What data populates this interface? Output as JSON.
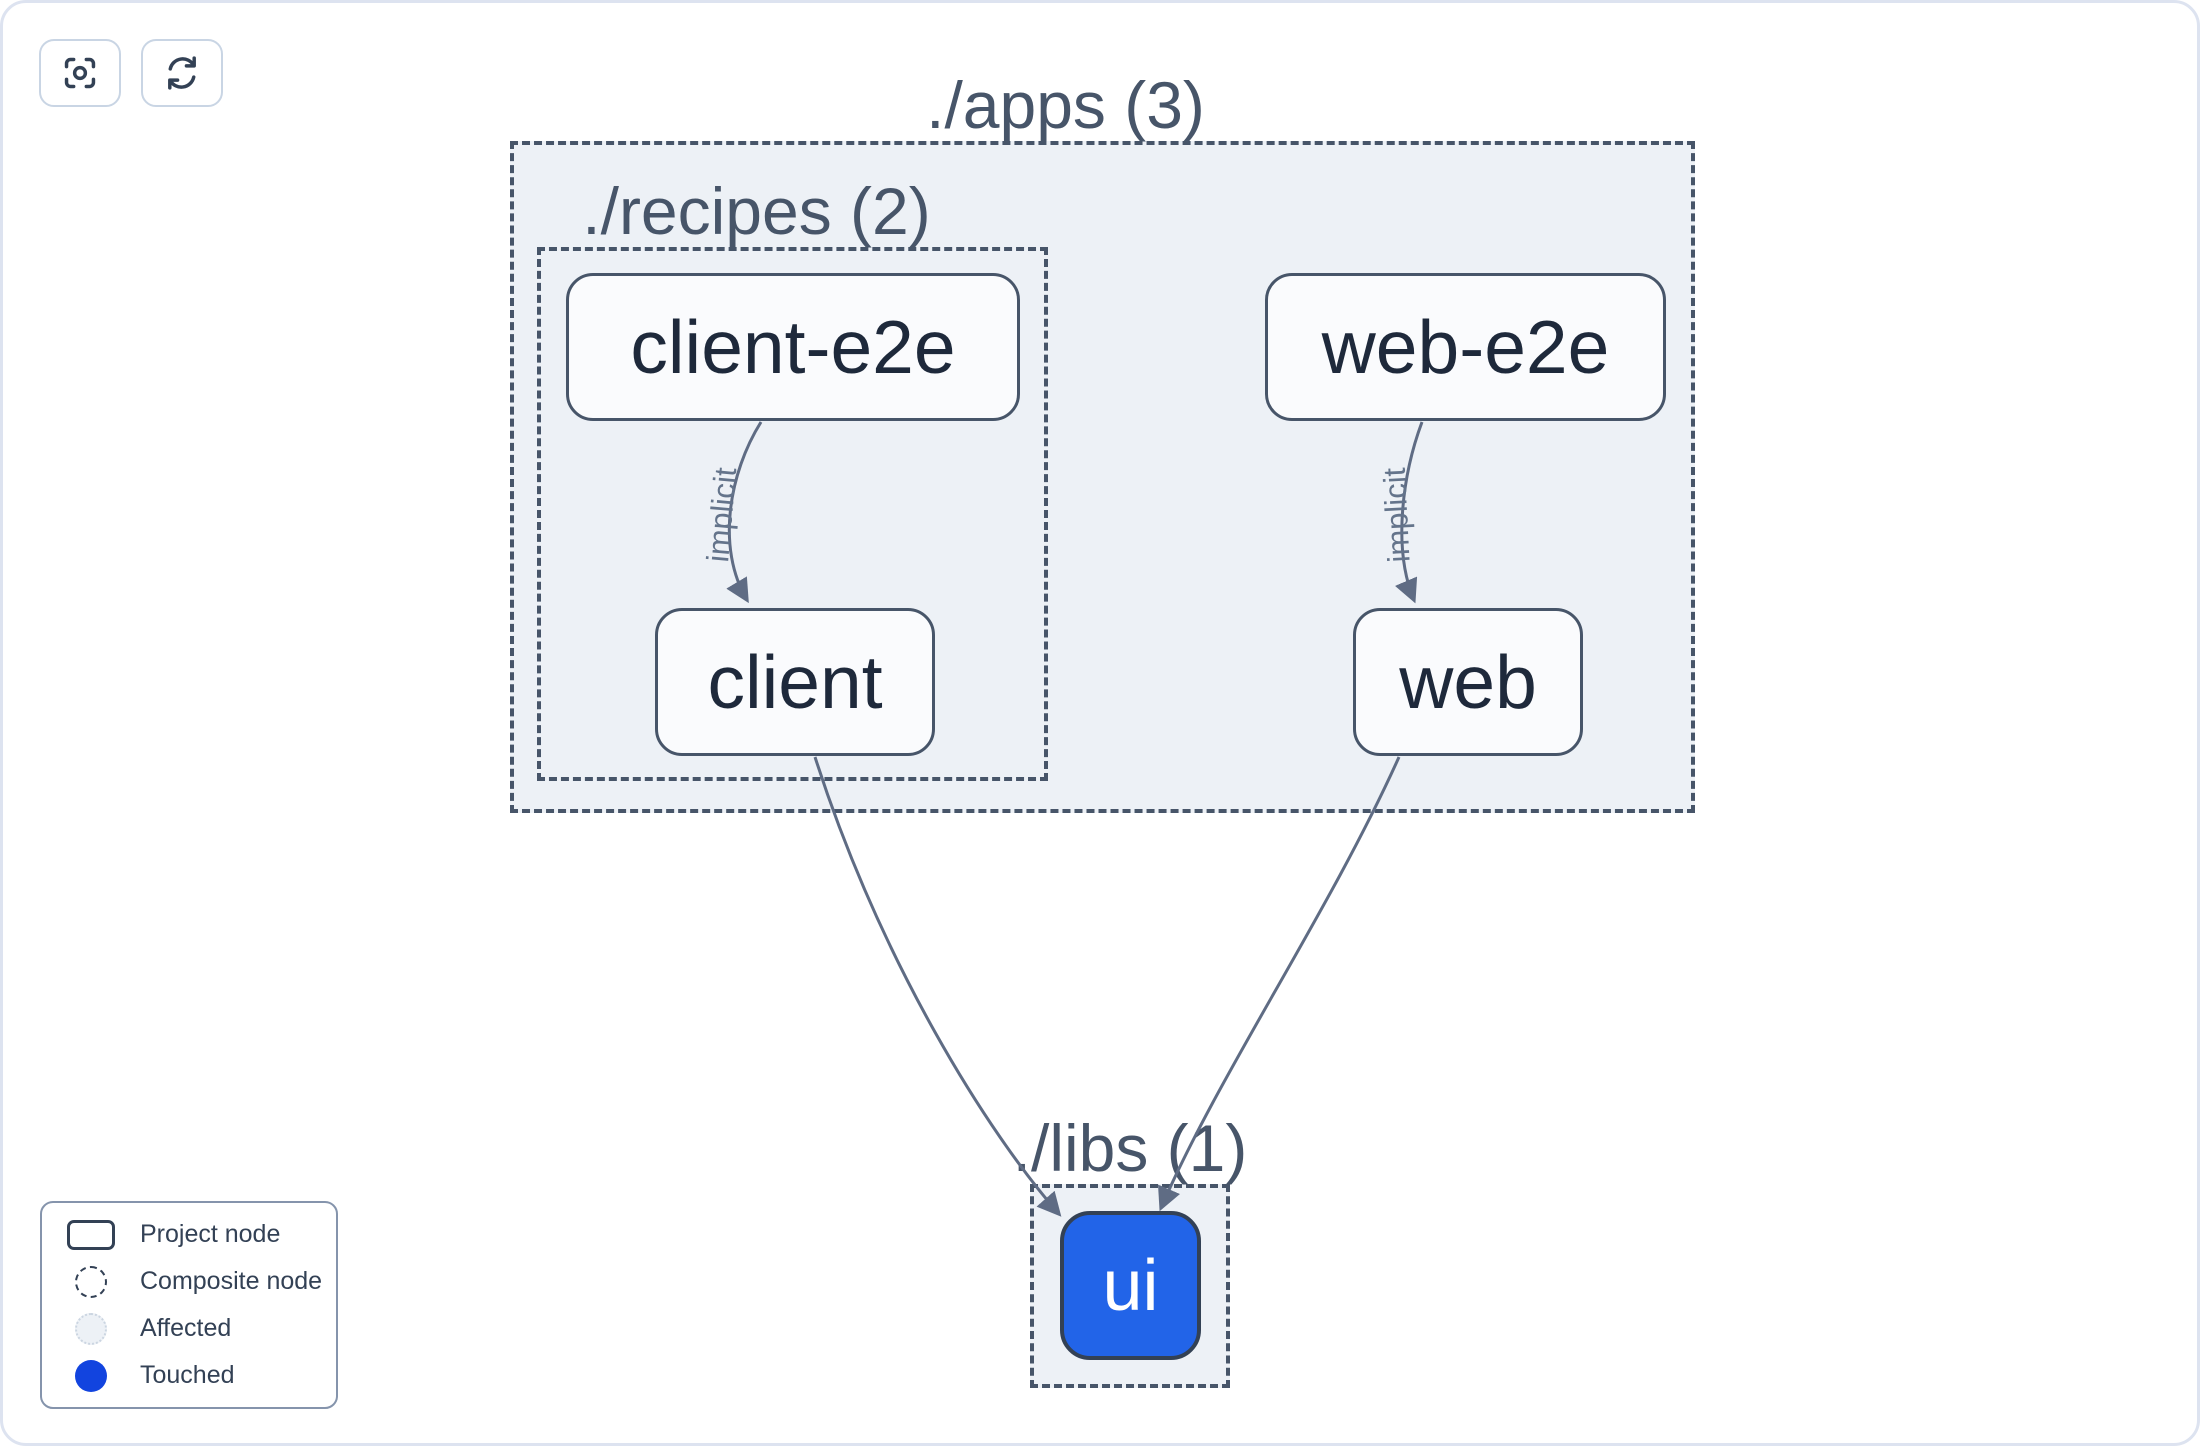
{
  "graph": {
    "groups": [
      {
        "id": "apps",
        "label": "./apps (3)"
      },
      {
        "id": "recipes",
        "label": "./recipes (2)"
      },
      {
        "id": "libs",
        "label": "./libs (1)"
      }
    ],
    "nodes": [
      {
        "id": "client-e2e",
        "label": "client-e2e",
        "group": "recipes",
        "state": "default"
      },
      {
        "id": "client",
        "label": "client",
        "group": "recipes",
        "state": "default"
      },
      {
        "id": "web-e2e",
        "label": "web-e2e",
        "group": "apps",
        "state": "default"
      },
      {
        "id": "web",
        "label": "web",
        "group": "apps",
        "state": "default"
      },
      {
        "id": "ui",
        "label": "ui",
        "group": "libs",
        "state": "touched"
      }
    ],
    "edges": [
      {
        "from": "client-e2e",
        "to": "client",
        "label": "implicit"
      },
      {
        "from": "web-e2e",
        "to": "web",
        "label": "implicit"
      },
      {
        "from": "client",
        "to": "ui",
        "label": ""
      },
      {
        "from": "web",
        "to": "ui",
        "label": ""
      }
    ]
  },
  "toolbar": {
    "buttons": [
      {
        "icon": "focus-crosshair-icon",
        "action": "center-graph"
      },
      {
        "icon": "refresh-icon",
        "action": "refresh-graph"
      }
    ]
  },
  "legend": {
    "items": [
      {
        "swatch": "project-node",
        "label": "Project node"
      },
      {
        "swatch": "composite-node",
        "label": "Composite node"
      },
      {
        "swatch": "affected",
        "label": "Affected"
      },
      {
        "swatch": "touched",
        "label": "Touched"
      }
    ]
  },
  "colors": {
    "touched_blue": "#1244df",
    "node_blue_fill": "#2264e8",
    "group_fill": "#edf1f6",
    "dashed_border": "#475569",
    "node_border": "#475569",
    "node_text": "#1e293b",
    "group_title_text": "#475569",
    "edge_stroke": "#5f6c84",
    "edge_label_text": "#64748b",
    "affected_fill": "#edf1f6",
    "button_border": "#c9d5e4",
    "icon_color": "#334155"
  }
}
